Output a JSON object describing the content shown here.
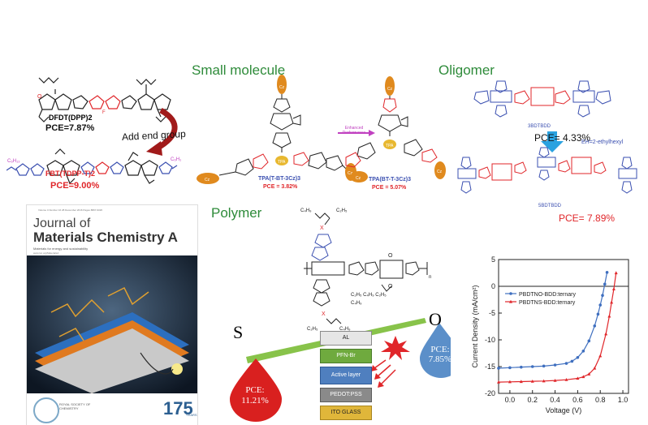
{
  "sections": {
    "small_molecule": "Small molecule",
    "oligomer": "Oligomer",
    "polymer": "Polymer"
  },
  "small_molecule": {
    "dfdt_name": "DFDT(DPP)2",
    "dfdt_pce": "PCE=7.87%",
    "arrow_label": "Add end group",
    "fbt_name": "FBT(TDPP-T)2",
    "fbt_pce": "PCE=9.00%",
    "tpa1_name": "TPA(T-BT-3Cz)3",
    "tpa1_pce": "PCE = 3.82%",
    "tpa2_name": "TPA(BT-T-3Cz)3",
    "tpa2_pce": "PCE = 5.07%",
    "enhanced": "Enhanced Performance"
  },
  "oligomer": {
    "bdt3_name": "3BDTBDD",
    "bdt3_pce": "PCE= 4.33%",
    "eh_note": "EH=2-ethylhexyl",
    "bdt5_name": "5BDTBDD",
    "bdt5_pce": "PCE= 7.89%"
  },
  "journal": {
    "volume_line": "Volume 4 Number 16 28 December 2016 Pages 8897-9326",
    "title_line1": "Journal of",
    "title_line2": "Materials Chemistry A",
    "subtitle": "Materials for energy and sustainability",
    "url": "www.rsc.org/MaterialsA",
    "society": "ROYAL SOCIETY OF CHEMISTRY",
    "anniversary": "175",
    "anniversary_sub": "YEARS"
  },
  "polymer": {
    "s_label": "S",
    "o_label": "O",
    "s_pce_line1": "PCE:",
    "s_pce_line2": "11.21%",
    "o_pce_line1": "PCE:",
    "o_pce_line2": "7.85%",
    "layers": [
      "AL",
      "PFN-Br",
      "Active layer",
      "PEDOT:PSS",
      "ITO GLASS"
    ]
  },
  "colors": {
    "section_green": "#2e8b3a",
    "pce_red": "#e0262a",
    "drop_blue": "#5b8fc9",
    "drop_red": "#d9201f",
    "layer_gold": "#e0b63a",
    "layer_blue": "#4f7fbf",
    "layer_green": "#6faa3e",
    "layer_gray": "#8a8a8a",
    "series_blue": "#3f6fbf",
    "series_red": "#e0262a"
  },
  "chart_data": {
    "type": "line",
    "xlabel": "Voltage (V)",
    "ylabel": "Current Density (mA/cm²)",
    "xlim": [
      -0.1,
      1.05
    ],
    "ylim": [
      -20,
      5
    ],
    "xticks": [
      "0.0",
      "0.2",
      "0.4",
      "0.6",
      "0.8",
      "1.0"
    ],
    "yticks": [
      "5",
      "0",
      "-5",
      "-10",
      "-15",
      "-20"
    ],
    "legend_position": "top-right",
    "series": [
      {
        "name": "PBDTNO-BDD:ternary",
        "color": "#3f6fbf",
        "marker": "circle",
        "x": [
          -0.1,
          0.0,
          0.1,
          0.2,
          0.3,
          0.4,
          0.5,
          0.55,
          0.6,
          0.65,
          0.7,
          0.75,
          0.78,
          0.8,
          0.82,
          0.84,
          0.86
        ],
        "y": [
          -15.3,
          -15.2,
          -15.1,
          -15.0,
          -14.9,
          -14.7,
          -14.4,
          -14.0,
          -13.3,
          -12.1,
          -10.2,
          -7.4,
          -5.2,
          -3.5,
          -1.7,
          0.4,
          2.6
        ]
      },
      {
        "name": "PBDTNS-BDD:ternary",
        "color": "#e0262a",
        "marker": "triangle",
        "x": [
          -0.1,
          0.0,
          0.1,
          0.2,
          0.3,
          0.4,
          0.5,
          0.6,
          0.65,
          0.7,
          0.75,
          0.8,
          0.85,
          0.88,
          0.9,
          0.92,
          0.94
        ],
        "y": [
          -17.9,
          -17.85,
          -17.8,
          -17.75,
          -17.7,
          -17.6,
          -17.45,
          -17.2,
          -16.9,
          -16.4,
          -15.3,
          -13.0,
          -8.9,
          -5.6,
          -3.0,
          -0.5,
          2.5
        ]
      }
    ]
  }
}
